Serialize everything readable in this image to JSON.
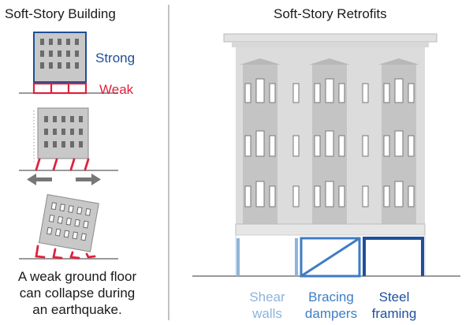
{
  "left_panel": {
    "title": "Soft-Story Building",
    "strong_label": "Strong",
    "weak_label": "Weak",
    "caption_lines": [
      "A weak ground floor",
      "can collapse during",
      "an earthquake."
    ]
  },
  "right_panel": {
    "title": "Soft-Story Retrofits",
    "retrofits": [
      {
        "lines": [
          "Shear",
          "walls"
        ],
        "color": "#8db4dc"
      },
      {
        "lines": [
          "Bracing",
          "dampers"
        ],
        "color": "#3f7cc4"
      },
      {
        "lines": [
          "Steel",
          "framing"
        ],
        "color": "#1f4f9a"
      }
    ]
  },
  "colors": {
    "strong": "#1f4e96",
    "weak": "#e0213c",
    "building": "#c8c8c8",
    "window": "#ffffff",
    "divider": "#9a9a9a"
  }
}
